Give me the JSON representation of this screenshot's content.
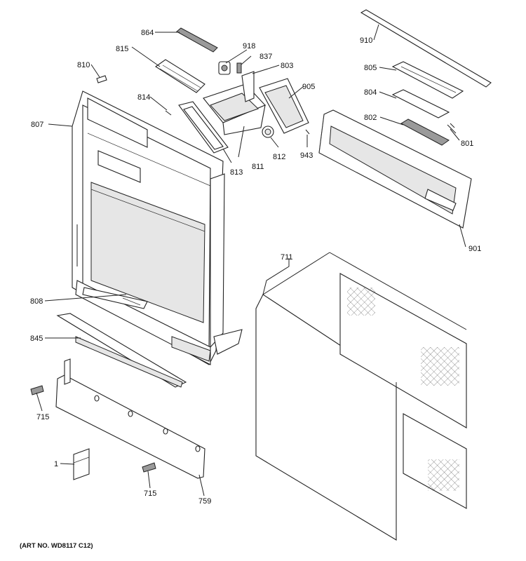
{
  "art_number": "(ART NO. WD8117 C12)",
  "parts": [
    {
      "id": "p864",
      "label": "864"
    },
    {
      "id": "p918",
      "label": "918"
    },
    {
      "id": "p815",
      "label": "815"
    },
    {
      "id": "p837",
      "label": "837"
    },
    {
      "id": "p810",
      "label": "810"
    },
    {
      "id": "p803",
      "label": "803"
    },
    {
      "id": "p905",
      "label": "905"
    },
    {
      "id": "p814",
      "label": "814"
    },
    {
      "id": "p807",
      "label": "807"
    },
    {
      "id": "p813",
      "label": "813"
    },
    {
      "id": "p811",
      "label": "811"
    },
    {
      "id": "p812",
      "label": "812"
    },
    {
      "id": "p943",
      "label": "943"
    },
    {
      "id": "p910",
      "label": "910"
    },
    {
      "id": "p805",
      "label": "805"
    },
    {
      "id": "p804",
      "label": "804"
    },
    {
      "id": "p802",
      "label": "802"
    },
    {
      "id": "p801",
      "label": "801"
    },
    {
      "id": "p901",
      "label": "901"
    },
    {
      "id": "p711",
      "label": "711"
    },
    {
      "id": "p808",
      "label": "808"
    },
    {
      "id": "p845",
      "label": "845"
    },
    {
      "id": "p715a",
      "label": "715"
    },
    {
      "id": "p1",
      "label": "1"
    },
    {
      "id": "p715b",
      "label": "715"
    },
    {
      "id": "p759",
      "label": "759"
    }
  ]
}
